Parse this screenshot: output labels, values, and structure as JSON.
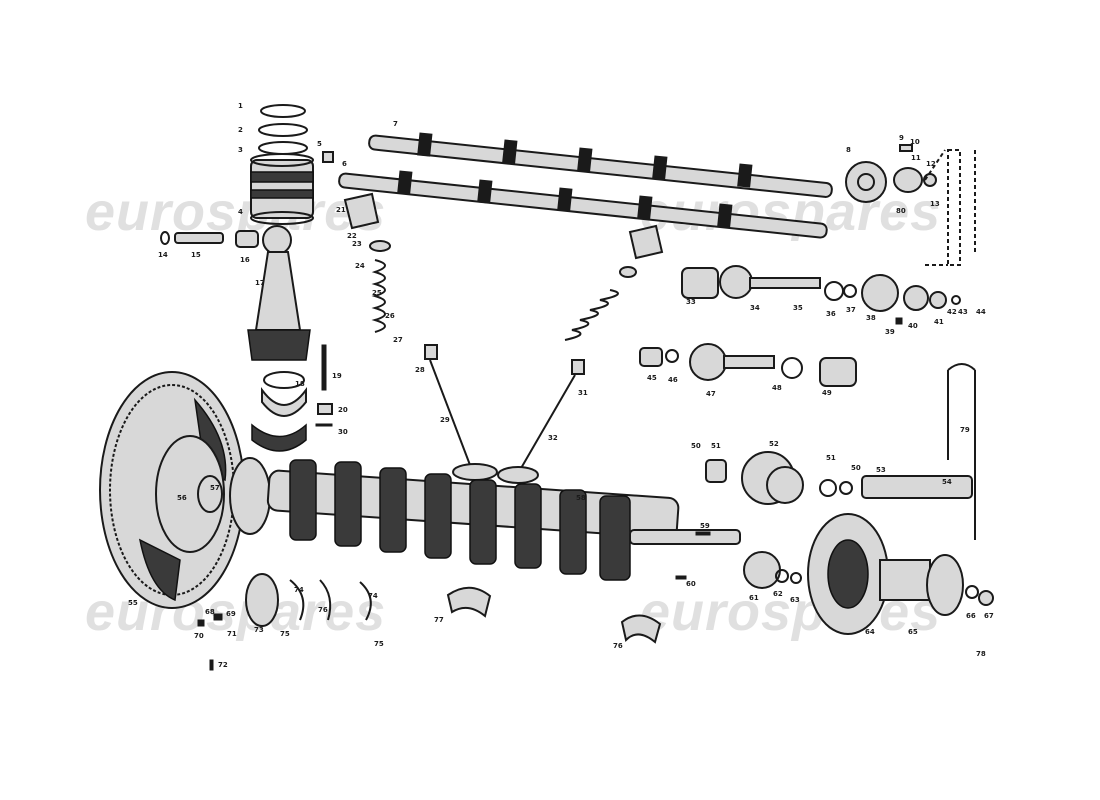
{
  "watermark": "eurospares",
  "callouts": [
    "1",
    "2",
    "3",
    "4",
    "5",
    "6",
    "7",
    "8",
    "9",
    "10",
    "11",
    "12",
    "13",
    "14",
    "15",
    "16",
    "17",
    "18",
    "19",
    "20",
    "21",
    "22",
    "23",
    "24",
    "25",
    "26",
    "27",
    "28",
    "29",
    "30",
    "31",
    "32",
    "33",
    "34",
    "35",
    "36",
    "37",
    "38",
    "39",
    "40",
    "41",
    "42",
    "43",
    "44",
    "45",
    "46",
    "47",
    "48",
    "49",
    "50",
    "51",
    "52",
    "53",
    "54",
    "55",
    "56",
    "57",
    "58",
    "59",
    "60",
    "61",
    "62",
    "63",
    "64",
    "65",
    "66",
    "67",
    "68",
    "69",
    "70",
    "71",
    "72",
    "73",
    "74",
    "75",
    "76",
    "77",
    "78",
    "79",
    "80"
  ]
}
